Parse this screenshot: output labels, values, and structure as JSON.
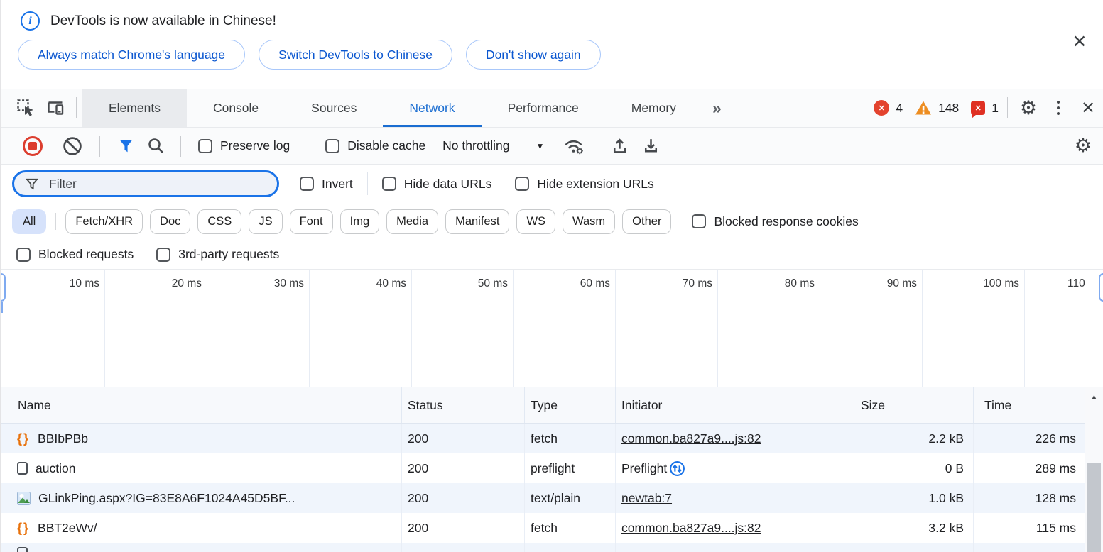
{
  "banner": {
    "title": "DevTools is now available in Chinese!",
    "buttons": [
      "Always match Chrome's language",
      "Switch DevTools to Chinese",
      "Don't show again"
    ]
  },
  "tabbar": {
    "tabs": [
      "Elements",
      "Console",
      "Sources",
      "Network",
      "Performance",
      "Memory"
    ],
    "active_tab": "Network",
    "error_count": "4",
    "warning_count": "148",
    "issues_count": "1"
  },
  "net_toolbar": {
    "preserve_log_label": "Preserve log",
    "disable_cache_label": "Disable cache",
    "throttling_value": "No throttling"
  },
  "filter_bar": {
    "filter_placeholder": "Filter",
    "invert_label": "Invert",
    "hide_data_urls_label": "Hide data URLs",
    "hide_extension_urls_label": "Hide extension URLs"
  },
  "type_filters": {
    "pills": [
      "All",
      "Fetch/XHR",
      "Doc",
      "CSS",
      "JS",
      "Font",
      "Img",
      "Media",
      "Manifest",
      "WS",
      "Wasm",
      "Other"
    ],
    "selected": "All",
    "blocked_response_cookies_label": "Blocked response cookies",
    "blocked_requests_label": "Blocked requests",
    "third_party_requests_label": "3rd-party requests"
  },
  "timeline_ruler": {
    "tick_labels": [
      "10 ms",
      "20 ms",
      "30 ms",
      "40 ms",
      "50 ms",
      "60 ms",
      "70 ms",
      "80 ms",
      "90 ms",
      "100 ms",
      "110"
    ]
  },
  "requests_table": {
    "columns": [
      "Name",
      "Status",
      "Type",
      "Initiator",
      "Size",
      "Time"
    ],
    "rows": [
      {
        "name": "BBIbPBb",
        "status": "200",
        "type": "fetch",
        "initiator": "common.ba827a9....js:82",
        "size": "2.2 kB",
        "time": "226 ms"
      },
      {
        "name": "auction",
        "status": "200",
        "type": "preflight",
        "initiator": "Preflight",
        "size": "0 B",
        "time": "289 ms"
      },
      {
        "name": "GLinkPing.aspx?IG=83E8A6F1024A45D5BF...",
        "status": "200",
        "type": "text/plain",
        "initiator": "newtab:7",
        "size": "1.0 kB",
        "time": "128 ms"
      },
      {
        "name": "BBT2eWv/",
        "status": "200",
        "type": "fetch",
        "initiator": "common.ba827a9....js:82",
        "size": "3.2 kB",
        "time": "115 ms"
      }
    ]
  },
  "icons": {
    "info": "i",
    "close": "✕",
    "close_small": "✕",
    "more_tabs": "»",
    "dropdown": "▼",
    "gear": "⚙",
    "scroll_up": "▲",
    "braces": "{}"
  },
  "colors": {
    "accent_blue": "#1a73e8",
    "link_blue": "#0b57d0",
    "error_red": "#df3023",
    "warning_orange": "#ed8d21",
    "json_icon_orange": "#e8710a",
    "selected_pill_bg": "#d6e2fb",
    "row_stripe": "#f0f5fc"
  }
}
